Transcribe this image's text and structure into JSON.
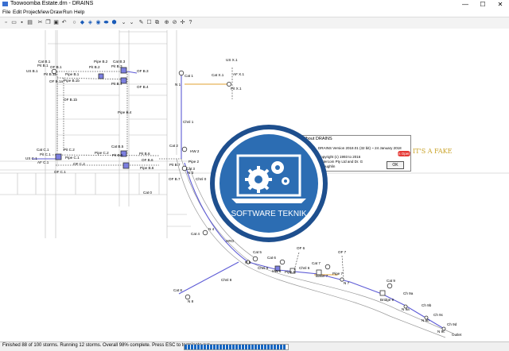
{
  "window": {
    "title": "Toowoomba Estate.drn - DRAINS",
    "controls": [
      "—",
      "☐",
      "✕"
    ]
  },
  "menu": [
    "File",
    "Edit",
    "Project",
    "View",
    "Draw",
    "Run",
    "Help"
  ],
  "toolbar_icons": [
    "new-icon",
    "open-icon",
    "save-icon",
    "print-icon",
    "cut-icon",
    "copy-icon",
    "paste-icon",
    "undo-icon",
    "node-icon",
    "pit-icon",
    "basin-icon",
    "outlet-icon",
    "pipe-icon",
    "channel-icon",
    "overflow-icon",
    "catchment-icon",
    "run-icon",
    "zoom-in-icon",
    "zoom-out-icon",
    "pan-icon",
    "refresh-icon",
    "label-icon",
    "info-icon"
  ],
  "network": {
    "labels": [
      {
        "t": "Cat B.1"
      },
      {
        "t": "Pit B.1"
      },
      {
        "t": "US B.1"
      },
      {
        "t": "OF B.1"
      },
      {
        "t": "Pit B.1a"
      },
      {
        "t": "OF B.1a"
      },
      {
        "t": "Pipe B.1"
      },
      {
        "t": "Pipe B.1b"
      },
      {
        "t": "OF B.1b"
      },
      {
        "t": "Pit B.2"
      },
      {
        "t": "Pipe B.2"
      },
      {
        "t": "Cat B.3"
      },
      {
        "t": "Pit B.3"
      },
      {
        "t": "OF B.3"
      },
      {
        "t": "Pit B.4"
      },
      {
        "t": "OF B.4"
      },
      {
        "t": "Pipe B.4"
      },
      {
        "t": "Cat C.1"
      },
      {
        "t": "Pit C.1"
      },
      {
        "t": "US C.1"
      },
      {
        "t": "AF C.1"
      },
      {
        "t": "OF C.1"
      },
      {
        "t": "Pipe C.1"
      },
      {
        "t": "Pit C.2"
      },
      {
        "t": "OF C.2"
      },
      {
        "t": "Pipe C.2"
      },
      {
        "t": "Cat B.5"
      },
      {
        "t": "Pit B.5"
      },
      {
        "t": "Pit B.6"
      },
      {
        "t": "OF B.6"
      },
      {
        "t": "Pipe B.6"
      },
      {
        "t": "Pit B.7"
      },
      {
        "t": "OF B.7"
      },
      {
        "t": "Cat 1"
      },
      {
        "t": "N 1"
      },
      {
        "t": "US X.1"
      },
      {
        "t": "AF X.1"
      },
      {
        "t": "Cat X.1"
      },
      {
        "t": "Pit X.1"
      },
      {
        "t": "Chnl 1"
      },
      {
        "t": "Cat 2"
      },
      {
        "t": "HW 2"
      },
      {
        "t": "Pipe 2"
      },
      {
        "t": "Cat 3"
      },
      {
        "t": "N 3"
      },
      {
        "t": "Cat 4"
      },
      {
        "t": "N 4"
      },
      {
        "t": "Cat 5"
      },
      {
        "t": "N 5"
      },
      {
        "t": "Cat 6"
      },
      {
        "t": "HW 6"
      },
      {
        "t": "Chnl 5"
      },
      {
        "t": "OF 6"
      },
      {
        "t": "Pipe 6"
      },
      {
        "t": "Chnl 6"
      },
      {
        "t": "Cat 7"
      },
      {
        "t": "Basin 7"
      },
      {
        "t": "Pipe 7"
      },
      {
        "t": "OF 7"
      },
      {
        "t": "N 7"
      },
      {
        "t": "Cat 8"
      },
      {
        "t": "N 8"
      },
      {
        "t": "Chnl 8"
      },
      {
        "t": "Cat 9"
      },
      {
        "t": "Bridge 9"
      },
      {
        "t": "Ch 9a"
      },
      {
        "t": "N 9a"
      },
      {
        "t": "Ch 9b"
      },
      {
        "t": "N 9b"
      },
      {
        "t": "Ch 9c"
      },
      {
        "t": "N 9c"
      },
      {
        "t": "Ch 9d"
      },
      {
        "t": "Outlet"
      },
      {
        "t": "Cat 0"
      },
      {
        "t": "Chnl 0"
      },
      {
        "t": "HRO"
      }
    ]
  },
  "about_dialog": {
    "title": "About DRAINS",
    "close": "✕",
    "version_line": "DRAINS Version 2018.01 (32 bit) ~ 24 January 2018",
    "copyright_line1": "Copyright (c) 1993 to 2016",
    "copyright_line2": "Watercom Pty Ltd and Dr. G",
    "copyright_line3": "O'Loughlin",
    "ok_label": "OK",
    "open_badge": "is Open"
  },
  "watermark": {
    "brand": "SOFTWARE TEKNIK",
    "fake_text": "IT'S A FAKE",
    "colors": {
      "ring": "#1e4f8e",
      "inner": "#2c6db3",
      "gear": "#ffffff"
    }
  },
  "status": {
    "message": "Finished 88 of 100 storms. Running 12 storms. Overall 98% complete. Press ESC to terminate run.",
    "progress": 0.98
  }
}
